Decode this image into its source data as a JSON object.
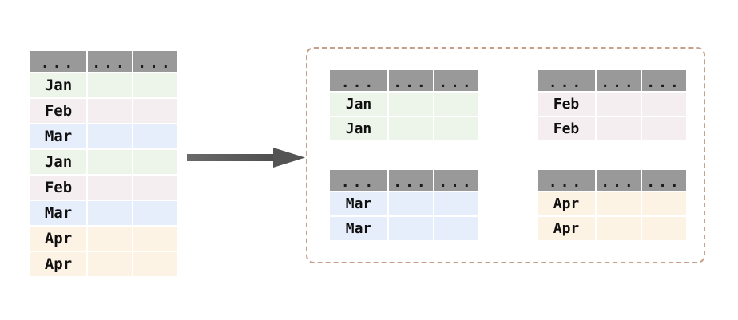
{
  "diagram": {
    "title": "group-by-split",
    "arrow_label": "",
    "colors": {
      "header": "#999999",
      "arrow": "#555555",
      "container_border": "#c7a08c",
      "jan": "#edf5ea",
      "feb": "#f5eef1",
      "mar": "#e7eefb",
      "apr": "#fcf3e4"
    }
  },
  "source_table": {
    "name": "source-table",
    "headers": [
      "...",
      "...",
      "..."
    ],
    "rows": [
      {
        "key": "Jan",
        "col2": "",
        "col3": "",
        "tint": "jan"
      },
      {
        "key": "Feb",
        "col2": "",
        "col3": "",
        "tint": "feb"
      },
      {
        "key": "Mar",
        "col2": "",
        "col3": "",
        "tint": "mar"
      },
      {
        "key": "Jan",
        "col2": "",
        "col3": "",
        "tint": "jan"
      },
      {
        "key": "Feb",
        "col2": "",
        "col3": "",
        "tint": "feb"
      },
      {
        "key": "Mar",
        "col2": "",
        "col3": "",
        "tint": "mar"
      },
      {
        "key": "Apr",
        "col2": "",
        "col3": "",
        "tint": "apr"
      },
      {
        "key": "Apr",
        "col2": "",
        "col3": "",
        "tint": "apr"
      }
    ]
  },
  "groups": [
    {
      "name": "group-table-jan",
      "headers": [
        "...",
        "...",
        "..."
      ],
      "tint": "jan",
      "rows": [
        {
          "key": "Jan",
          "col2": "",
          "col3": ""
        },
        {
          "key": "Jan",
          "col2": "",
          "col3": ""
        }
      ]
    },
    {
      "name": "group-table-feb",
      "headers": [
        "...",
        "...",
        "..."
      ],
      "tint": "feb",
      "rows": [
        {
          "key": "Feb",
          "col2": "",
          "col3": ""
        },
        {
          "key": "Feb",
          "col2": "",
          "col3": ""
        }
      ]
    },
    {
      "name": "group-table-mar",
      "headers": [
        "...",
        "...",
        "..."
      ],
      "tint": "mar",
      "rows": [
        {
          "key": "Mar",
          "col2": "",
          "col3": ""
        },
        {
          "key": "Mar",
          "col2": "",
          "col3": ""
        }
      ]
    },
    {
      "name": "group-table-apr",
      "headers": [
        "...",
        "...",
        "..."
      ],
      "tint": "apr",
      "rows": [
        {
          "key": "Apr",
          "col2": "",
          "col3": ""
        },
        {
          "key": "Apr",
          "col2": "",
          "col3": ""
        }
      ]
    }
  ]
}
